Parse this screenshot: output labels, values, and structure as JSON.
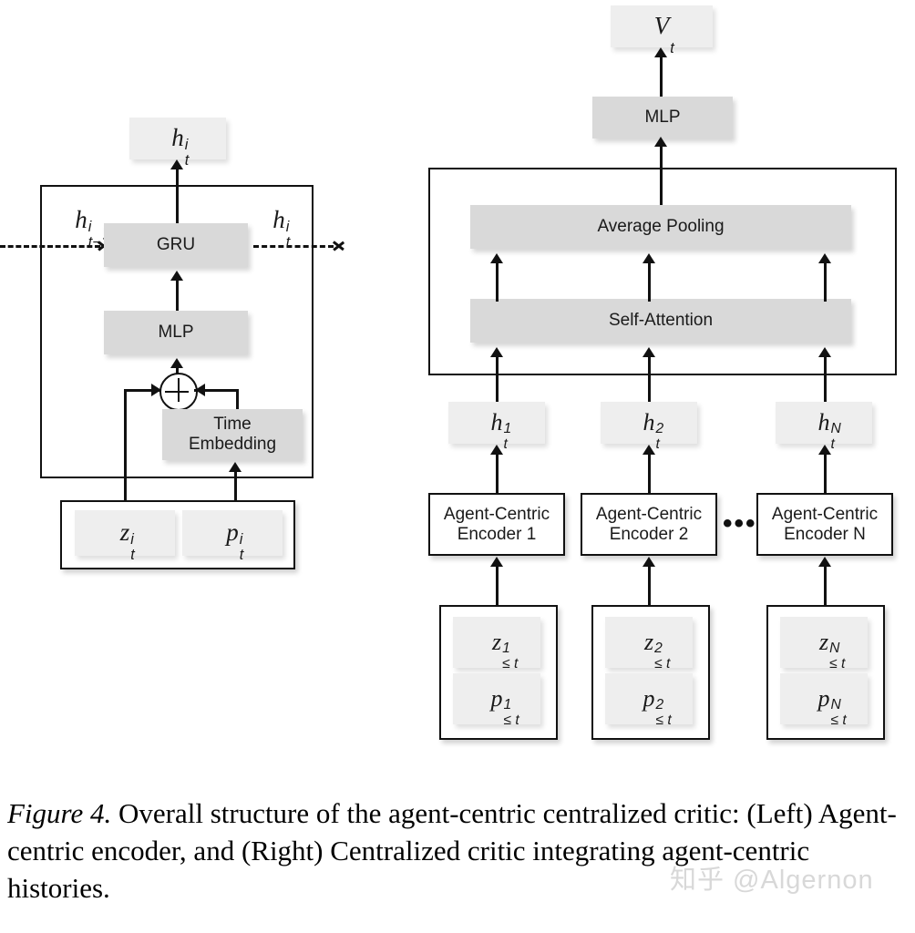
{
  "figure": {
    "left_panel": {
      "name": "Agent-centric encoder",
      "output_box": {
        "base": "h",
        "sup": "i",
        "sub": "t"
      },
      "frame_label_in": {
        "base": "h",
        "sup": "i",
        "sub": "t−1"
      },
      "frame_label_out": {
        "base": "h",
        "sup": "i",
        "sub": "t"
      },
      "gru_label": "GRU",
      "mlp_label": "MLP",
      "time_embedding_label_line1": "Time",
      "time_embedding_label_line2": "Embedding",
      "add_operator": "oplus",
      "input_z": {
        "base": "z",
        "sup": "i",
        "sub": "t"
      },
      "input_p": {
        "base": "p",
        "sup": "i",
        "sub": "t"
      }
    },
    "right_panel": {
      "name": "Centralized critic",
      "value_box": {
        "base": "V",
        "sup": "",
        "sub": "t"
      },
      "mlp_label": "MLP",
      "average_pooling_label": "Average Pooling",
      "self_attention_label": "Self-Attention",
      "ellipsis": "•••",
      "columns": [
        {
          "hidden": {
            "base": "h",
            "sup": "1",
            "sub": "t"
          },
          "encoder_line1": "Agent-Centric",
          "encoder_line2": "Encoder 1",
          "input_z": {
            "base": "z",
            "sup": "1",
            "sub": "≤ t"
          },
          "input_p": {
            "base": "p",
            "sup": "1",
            "sub": "≤ t"
          }
        },
        {
          "hidden": {
            "base": "h",
            "sup": "2",
            "sub": "t"
          },
          "encoder_line1": "Agent-Centric",
          "encoder_line2": "Encoder 2",
          "input_z": {
            "base": "z",
            "sup": "2",
            "sub": "≤ t"
          },
          "input_p": {
            "base": "p",
            "sup": "2",
            "sub": "≤ t"
          }
        },
        {
          "hidden": {
            "base": "h",
            "sup": "N",
            "sub": "t"
          },
          "encoder_line1": "Agent-Centric",
          "encoder_line2": "Encoder N",
          "input_z": {
            "base": "z",
            "sup": "N",
            "sub": "≤ t"
          },
          "input_p": {
            "base": "p",
            "sup": "N",
            "sub": "≤ t"
          }
        }
      ]
    }
  },
  "caption": {
    "figure_number": "Figure 4.",
    "text": " Overall structure of the agent-centric centralized critic: (Left) Agent-centric encoder, and (Right) Centralized critic integrating agent-centric histories."
  },
  "watermark": {
    "text": "知乎 @Algernon"
  },
  "colors": {
    "block_fill_dark": "#d9d9d9",
    "block_fill_light": "#eeeeee",
    "stroke": "#111111",
    "background": "#ffffff",
    "watermark": "#d8d8d8"
  }
}
